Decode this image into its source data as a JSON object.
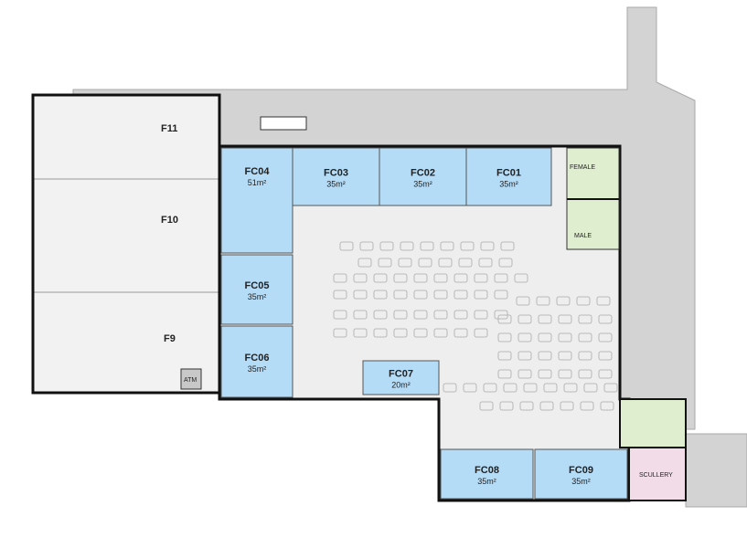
{
  "colors": {
    "shop": "#b5dcf7",
    "corridor": "#d3d3d3",
    "floor": "#eeeeee",
    "toilet": "#e0eed0",
    "scullery": "#f2dce8",
    "room": "#f2f2f2"
  },
  "rooms": {
    "F11": {
      "label": "F11"
    },
    "F10": {
      "label": "F10"
    },
    "F9": {
      "label": "F9"
    },
    "ATM": {
      "label": "ATM"
    }
  },
  "shops": {
    "FC01": {
      "label": "FC01",
      "area": "35m²"
    },
    "FC02": {
      "label": "FC02",
      "area": "35m²"
    },
    "FC03": {
      "label": "FC03",
      "area": "35m²"
    },
    "FC04": {
      "label": "FC04",
      "area": "51m²"
    },
    "FC05": {
      "label": "FC05",
      "area": "35m²"
    },
    "FC06": {
      "label": "FC06",
      "area": "35m²"
    },
    "FC07": {
      "label": "FC07",
      "area": "20m²"
    },
    "FC08": {
      "label": "FC08",
      "area": "35m²"
    },
    "FC09": {
      "label": "FC09",
      "area": "35m²"
    }
  },
  "facilities": {
    "female": "FEMALE",
    "male": "MALE",
    "scullery": "SCULLERY"
  }
}
